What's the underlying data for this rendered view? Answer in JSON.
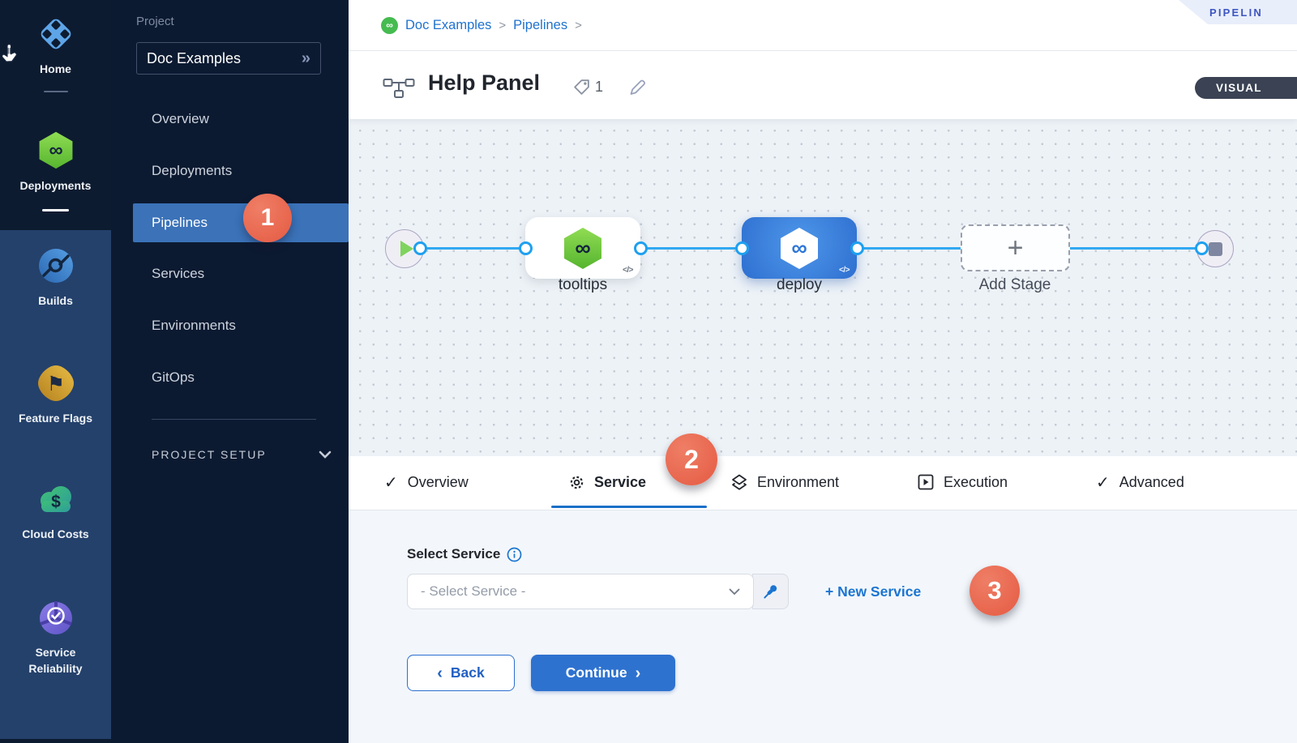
{
  "module_nav": {
    "items": [
      {
        "label": "Home"
      },
      {
        "label": "Deployments"
      },
      {
        "label": "Builds"
      },
      {
        "label": "Feature Flags"
      },
      {
        "label": "Cloud Costs"
      },
      {
        "label": "Service Reliability"
      }
    ]
  },
  "project_nav": {
    "section_label": "Project",
    "project_name": "Doc Examples",
    "items": [
      {
        "label": "Overview"
      },
      {
        "label": "Deployments"
      },
      {
        "label": "Pipelines"
      },
      {
        "label": "Services"
      },
      {
        "label": "Environments"
      },
      {
        "label": "GitOps"
      }
    ],
    "setup_label": "PROJECT SETUP"
  },
  "header": {
    "breadcrumb": {
      "project": "Doc Examples",
      "section": "Pipelines"
    },
    "corner_badge": "PIPELIN",
    "title": "Help Panel",
    "tag_count": "1",
    "mode_toggle": "VISUAL"
  },
  "canvas": {
    "nodes": [
      {
        "label": "tooltips"
      },
      {
        "label": "deploy"
      }
    ],
    "add_stage_label": "Add Stage"
  },
  "tabs": [
    {
      "label": "Overview"
    },
    {
      "label": "Service"
    },
    {
      "label": "Environment"
    },
    {
      "label": "Execution"
    },
    {
      "label": "Advanced"
    }
  ],
  "form": {
    "select_service_label": "Select Service",
    "dropdown_value": "- Select Service -",
    "new_service_link": "+ New Service",
    "back_label": "Back",
    "continue_label": "Continue"
  },
  "annotations": {
    "step1": "1",
    "step2": "2",
    "step3": "3"
  },
  "icons": {
    "check": "✓",
    "double_chevron": "»",
    "chevron_left": "‹",
    "chevron_right": "›",
    "breadcrumb_separator": ">",
    "plus": "+",
    "infinity": "∞",
    "flag": "⚑",
    "dollar": "$",
    "code": "</>"
  },
  "colors": {
    "accent_blue": "#1b74d0",
    "badge_red": "#e8614c",
    "active_nav_blue": "#3b72b8",
    "connector_blue": "#30a9f1",
    "node_green": "#6fc642",
    "deploy_blue": "#2e72cf"
  }
}
